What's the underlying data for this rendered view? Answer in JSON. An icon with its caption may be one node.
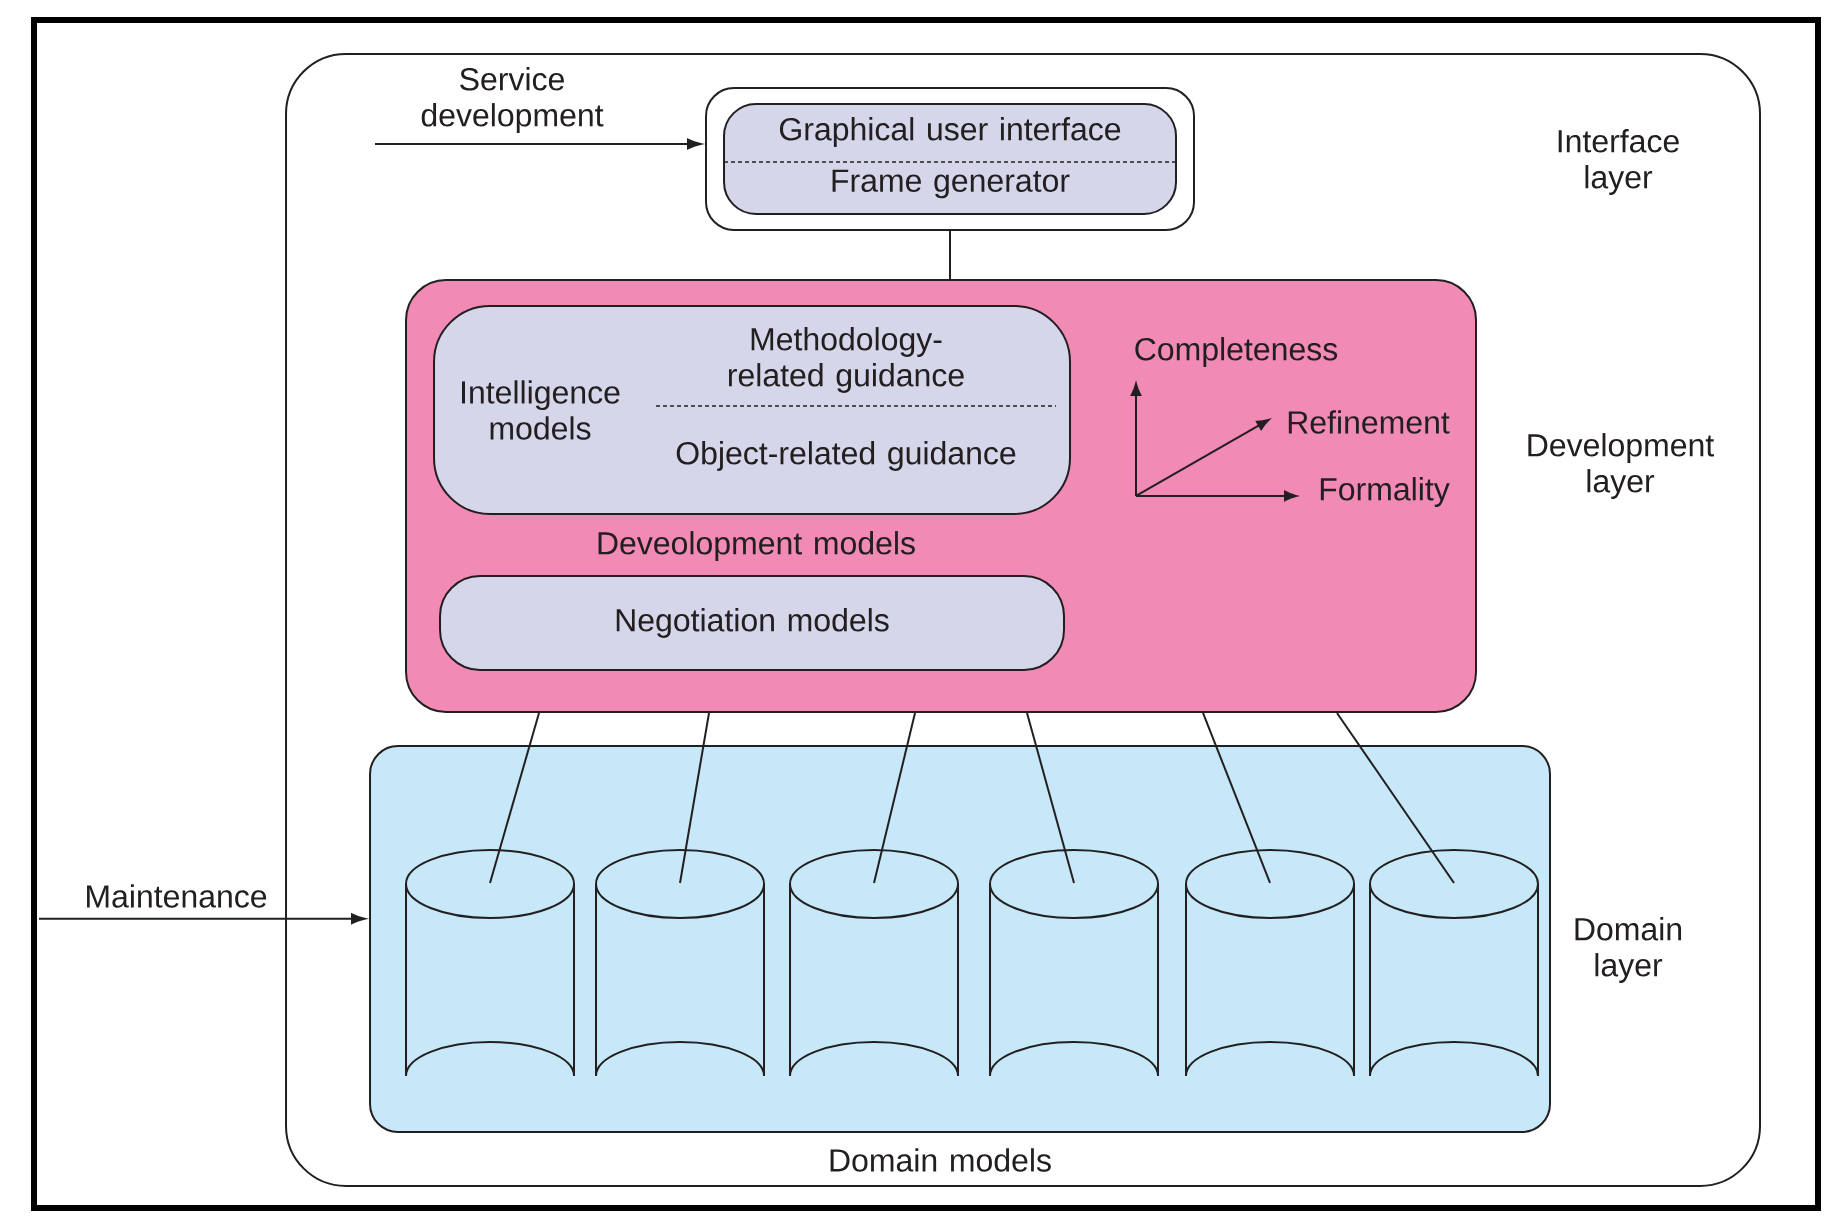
{
  "diagram": {
    "nodes": [
      {
        "text": [
          "Graphical user interface",
          "Frame generator"
        ]
      },
      {
        "text": [
          "Deveolopment models"
        ]
      },
      {
        "text": [
          "Intelligence models",
          "Methodology-related guidance",
          "Object-related guidance"
        ],
        "in": 1
      },
      {
        "text": [
          "Negotiation models"
        ],
        "in": 1
      },
      {
        "text": [
          "Domain models"
        ]
      },
      {
        "text": [],
        "shape": "cylinder",
        "in": 4
      },
      {
        "text": [],
        "shape": "cylinder",
        "in": 4
      },
      {
        "text": [],
        "shape": "cylinder",
        "in": 4
      },
      {
        "text": [],
        "shape": "cylinder",
        "in": 4
      },
      {
        "text": [],
        "shape": "cylinder",
        "in": 4
      },
      {
        "text": [],
        "shape": "cylinder",
        "in": 4
      },
      {
        "text": [
          "Service development"
        ]
      },
      {
        "text": [
          "Maintenance"
        ]
      }
    ],
    "edges": [
      {
        "from": 11,
        "to": 0,
        "arrow": "to"
      },
      {
        "from": 0,
        "to": 1,
        "arrow": "none"
      },
      {
        "from": 1,
        "to": 5,
        "arrow": "none"
      },
      {
        "from": 1,
        "to": 6,
        "arrow": "none"
      },
      {
        "from": 1,
        "to": 7,
        "arrow": "none"
      },
      {
        "from": 1,
        "to": 8,
        "arrow": "none"
      },
      {
        "from": 1,
        "to": 9,
        "arrow": "none"
      },
      {
        "from": 1,
        "to": 10,
        "arrow": "none"
      },
      {
        "from": 12,
        "to": 4,
        "arrow": "to"
      }
    ],
    "labels": [
      "Interface layer",
      "Completeness",
      "Refinement",
      "Formality",
      "Development layer",
      "Domain layer"
    ]
  }
}
